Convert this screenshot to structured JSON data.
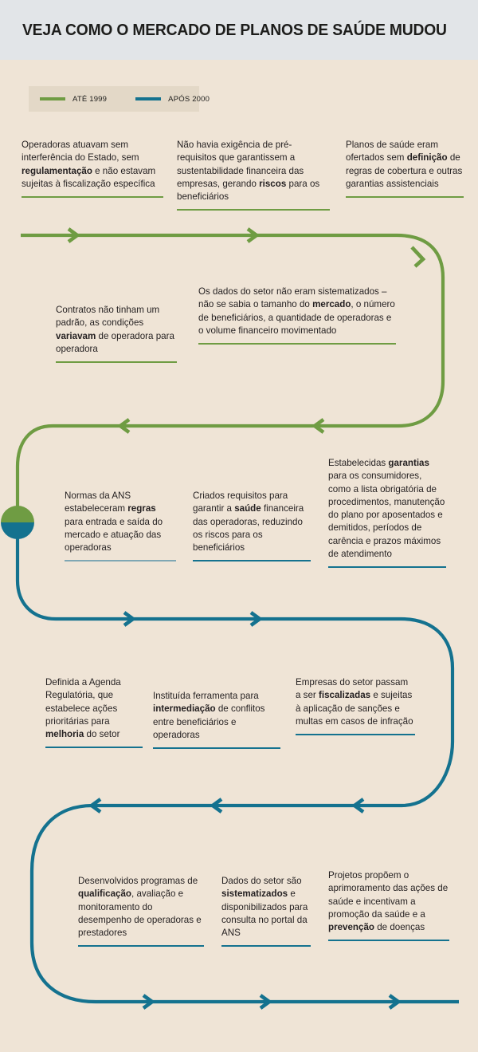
{
  "header": {
    "title": "VEJA COMO O MERCADO DE PLANOS DE SAÚDE MUDOU"
  },
  "colors": {
    "background": "#efe4d6",
    "header_background": "#e2e5e8",
    "legend_background": "#e3d8c7",
    "green": "#6f9c43",
    "blue": "#14728f",
    "text": "#231f20"
  },
  "legend": {
    "items": [
      {
        "label": "ATÉ 1999",
        "color": "#6f9c43",
        "icon": "line-swatch"
      },
      {
        "label": "APÓS 2000",
        "color": "#14728f",
        "icon": "line-swatch"
      }
    ]
  },
  "marker": {
    "name": "timeline-pivot-dot",
    "top_color": "#6f9c43",
    "bottom_color": "#14728f"
  },
  "blocks": {
    "b1": {
      "parts": [
        {
          "text": "Operadoras atuavam sem interferência do Estado, sem ",
          "bold": false
        },
        {
          "text": "regulamentação",
          "bold": true
        },
        {
          "text": " e não estavam sujeitas à fiscalização específica",
          "bold": false
        }
      ]
    },
    "b2": {
      "parts": [
        {
          "text": "Não havia exigência de pré-requisitos que garantissem a sustentabilidade financeira das empresas, gerando ",
          "bold": false
        },
        {
          "text": "riscos",
          "bold": true
        },
        {
          "text": " para os beneficiários",
          "bold": false
        }
      ]
    },
    "b3": {
      "parts": [
        {
          "text": "Planos de saúde eram ofertados sem ",
          "bold": false
        },
        {
          "text": "definição",
          "bold": true
        },
        {
          "text": " de regras de cobertura e outras garantias assistenciais",
          "bold": false
        }
      ]
    },
    "b4": {
      "parts": [
        {
          "text": "Contratos não tinham um padrão, as condições ",
          "bold": false
        },
        {
          "text": "variavam",
          "bold": true
        },
        {
          "text": " de operadora para operadora",
          "bold": false
        }
      ]
    },
    "b5": {
      "parts": [
        {
          "text": "Os dados do setor não eram sistematizados – não se sabia o tamanho do ",
          "bold": false
        },
        {
          "text": "mercado",
          "bold": true
        },
        {
          "text": ", o número de beneficiários, a quantidade de operadoras e o volume financeiro movimentado",
          "bold": false
        }
      ]
    },
    "b6": {
      "parts": [
        {
          "text": "Normas da ANS estabeleceram ",
          "bold": false
        },
        {
          "text": "regras",
          "bold": true
        },
        {
          "text": " para entrada e saída do mercado e atuação das operadoras",
          "bold": false
        }
      ]
    },
    "b7": {
      "parts": [
        {
          "text": "Criados requisitos para garantir a ",
          "bold": false
        },
        {
          "text": "saúde",
          "bold": true
        },
        {
          "text": " financeira das operadoras, reduzindo os riscos para os beneficiários",
          "bold": false
        }
      ]
    },
    "b8": {
      "parts": [
        {
          "text": "Estabelecidas ",
          "bold": false
        },
        {
          "text": "garantias",
          "bold": true
        },
        {
          "text": " para os consumidores, como a lista obrigatória de procedimentos, manutenção do plano por aposentados e demitidos, períodos de carência e prazos máximos de atendimento",
          "bold": false
        }
      ]
    },
    "b9": {
      "parts": [
        {
          "text": "Definida a Agenda Regulatória, que estabelece ações prioritárias para ",
          "bold": false
        },
        {
          "text": "melhoria",
          "bold": true
        },
        {
          "text": " do setor",
          "bold": false
        }
      ]
    },
    "b10": {
      "parts": [
        {
          "text": "Instituída ferramenta para ",
          "bold": false
        },
        {
          "text": "intermediação",
          "bold": true
        },
        {
          "text": " de conflitos entre beneficiários e operadoras",
          "bold": false
        }
      ]
    },
    "b11": {
      "parts": [
        {
          "text": "Empresas do setor passam a ser ",
          "bold": false
        },
        {
          "text": "fiscalizadas",
          "bold": true
        },
        {
          "text": " e sujeitas à aplicação de sanções e multas em casos de infração",
          "bold": false
        }
      ]
    },
    "b12": {
      "parts": [
        {
          "text": "Desenvolvidos programas de ",
          "bold": false
        },
        {
          "text": "qualificação",
          "bold": true
        },
        {
          "text": ", avaliação e monitoramento do desempenho de operadoras e prestadores",
          "bold": false
        }
      ]
    },
    "b13": {
      "parts": [
        {
          "text": "Dados do setor são ",
          "bold": false
        },
        {
          "text": "sistematizados",
          "bold": true
        },
        {
          "text": " e disponibilizados para consulta no portal da ANS",
          "bold": false
        }
      ]
    },
    "b14": {
      "parts": [
        {
          "text": "Projetos propõem o aprimoramento das ações de saúde e incentivam a promoção da saúde e a ",
          "bold": false
        },
        {
          "text": "prevenção",
          "bold": true
        },
        {
          "text": " de doenças",
          "bold": false
        }
      ]
    }
  }
}
